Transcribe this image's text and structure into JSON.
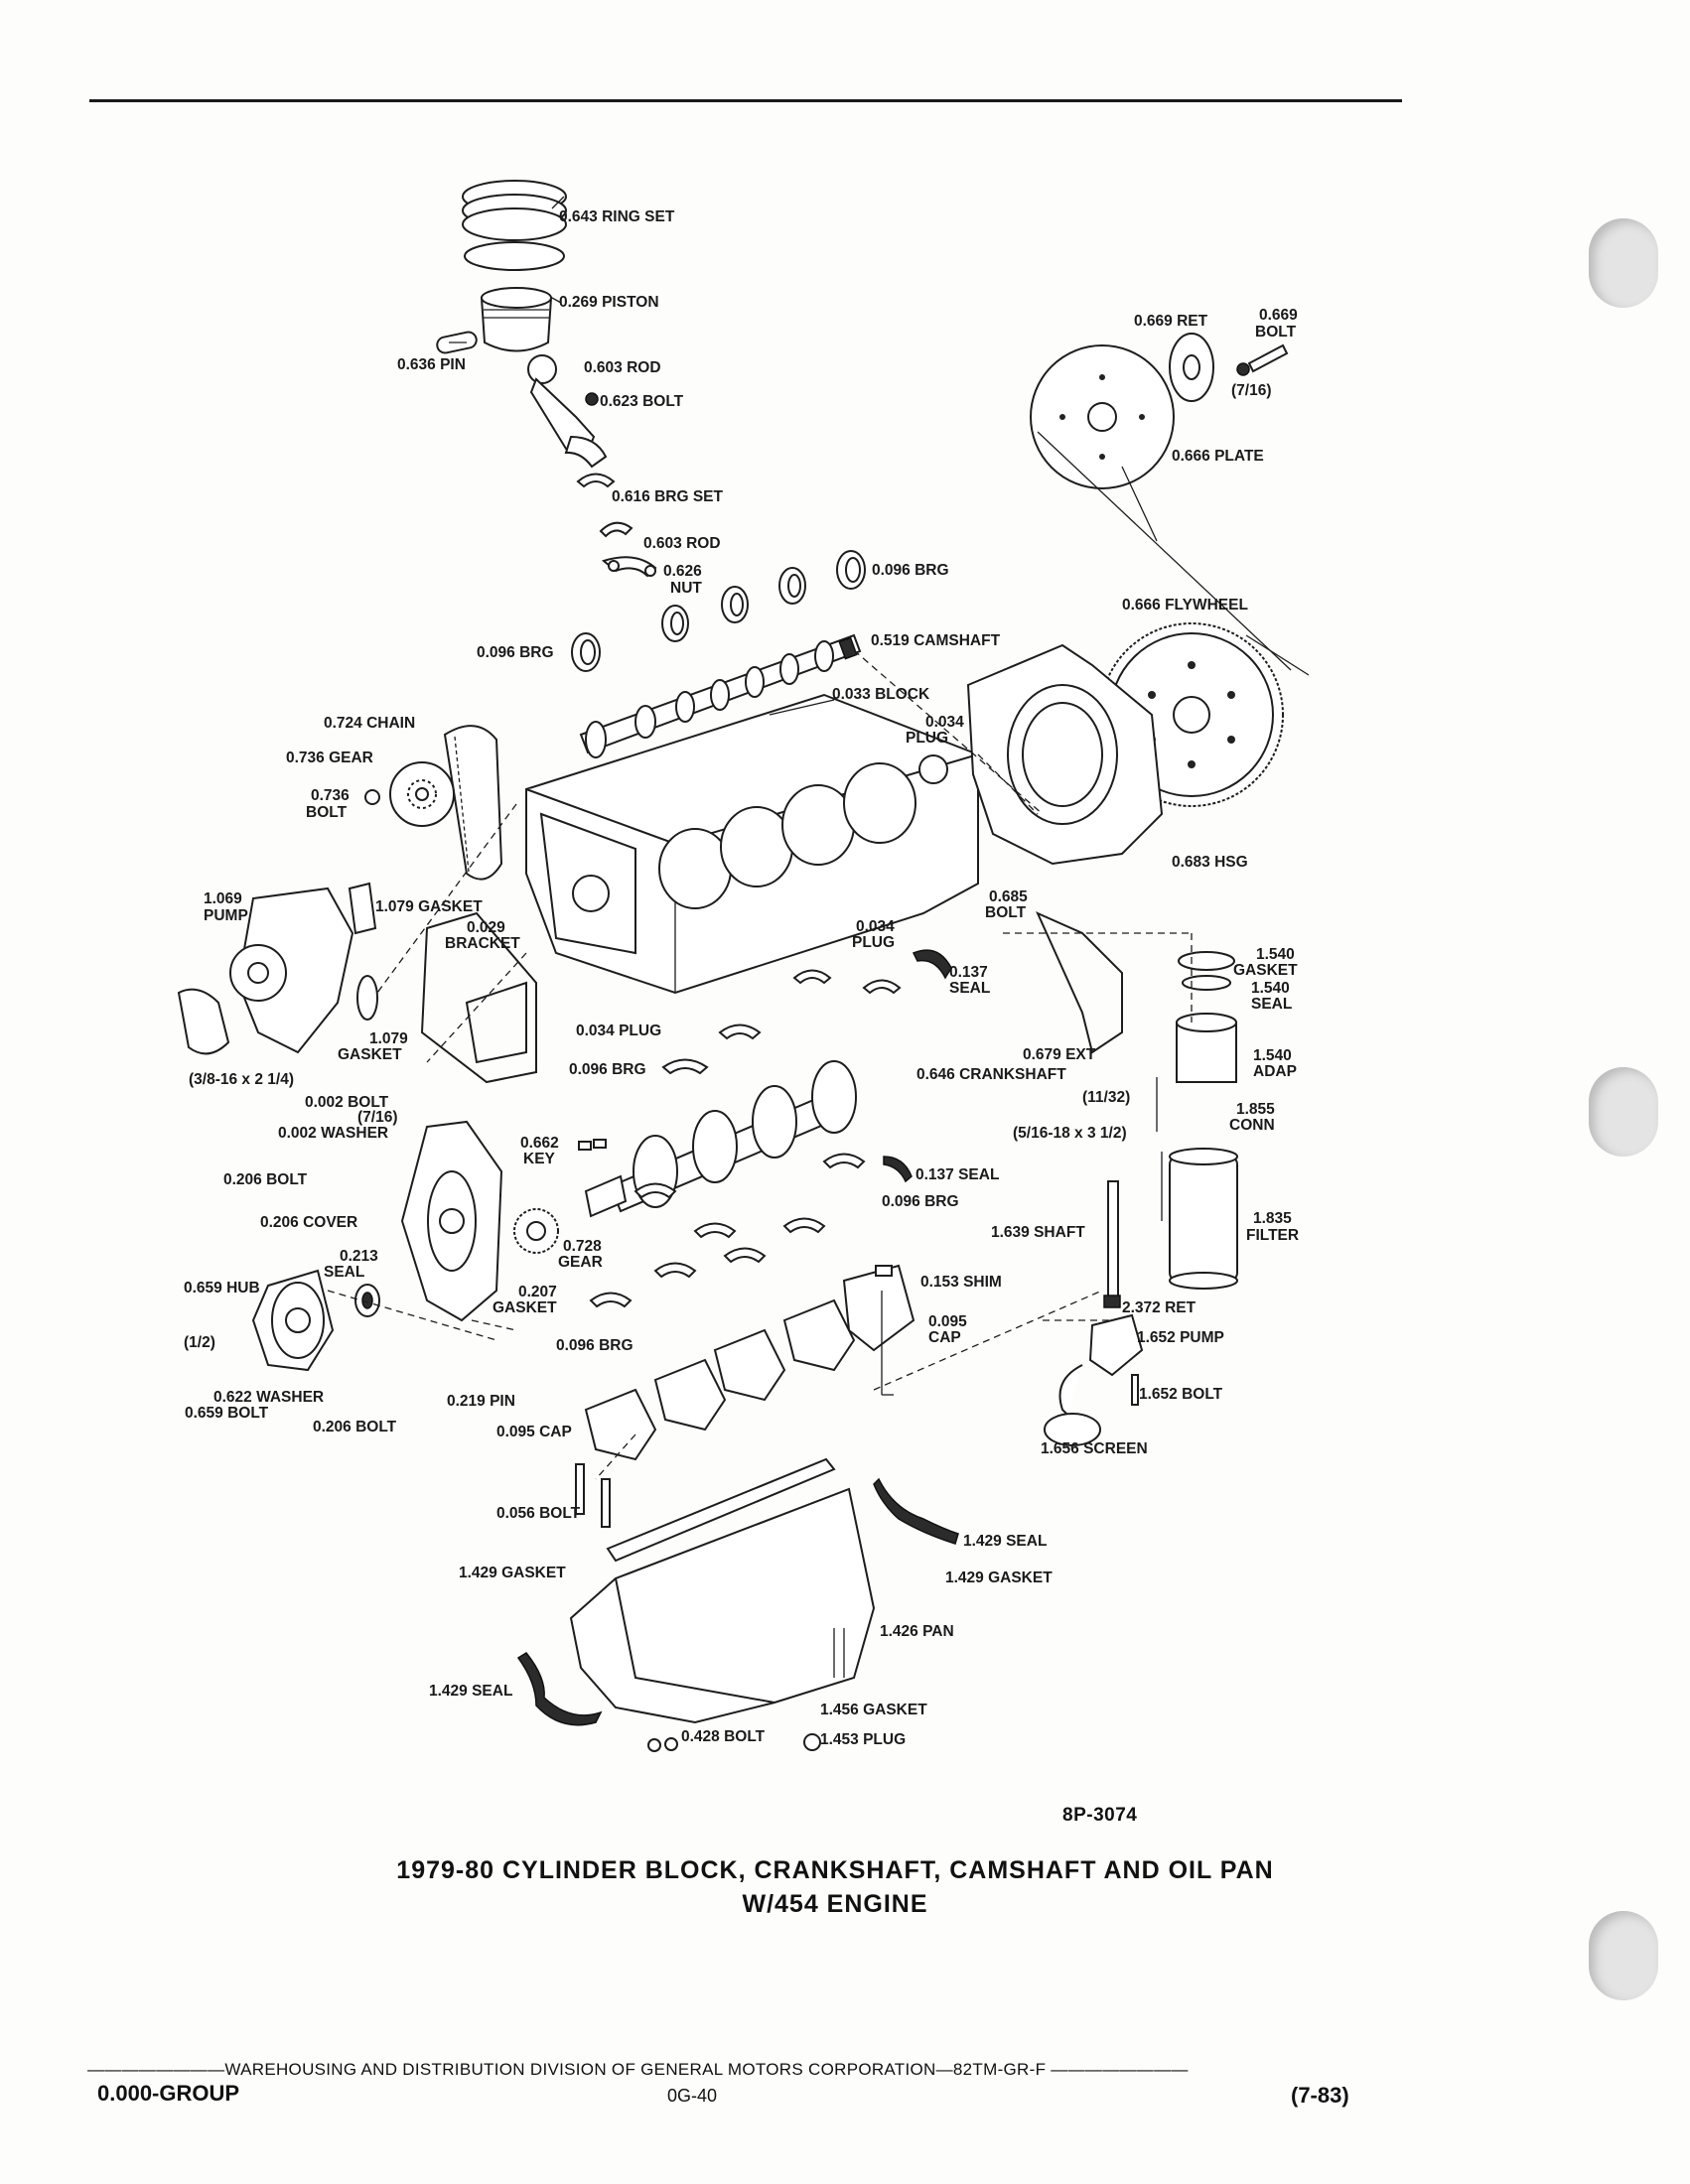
{
  "figure": {
    "code": "8P-3074",
    "title_line1": "1979-80 CYLINDER BLOCK, CRANKSHAFT, CAMSHAFT AND OIL PAN",
    "title_line2": "W/454 ENGINE"
  },
  "labels": {
    "ring_set": "0.643 RING SET",
    "piston": "0.269 PISTON",
    "pin_636": "0.636 PIN",
    "rod_603": "0.603 ROD",
    "bolt_623": "0.623 BOLT",
    "brg_set": "0.616 BRG SET",
    "rod_603b": "0.603 ROD",
    "nut_626": "0.626",
    "nut_626b": "NUT",
    "brg_096_top": "0.096 BRG",
    "brg_096_left": "0.096 BRG",
    "camshaft": "0.519 CAMSHAFT",
    "block": "0.033 BLOCK",
    "plug_034_a": "0.034",
    "plug_034_b": "PLUG",
    "chain": "0.724 CHAIN",
    "gear_736": "0.736 GEAR",
    "bolt_736a": "0.736",
    "bolt_736b": "BOLT",
    "ret_669": "0.669 RET",
    "bolt_669a": "0.669",
    "bolt_669b": "BOLT",
    "size_7_16": "(7/16)",
    "plate": "0.666 PLATE",
    "flywheel": "0.666 FLYWHEEL",
    "hsg": "0.683 HSG",
    "pump_1069a": "1.069",
    "pump_1069b": "PUMP",
    "gasket_1079": "1.079 GASKET",
    "bracket_a": "0.029",
    "bracket_b": "BRACKET",
    "bolt_685a": "0.685",
    "bolt_685b": "BOLT",
    "plug_034c": "0.034",
    "plug_034d": "PLUG",
    "seal_137a": "0.137",
    "seal_137b": "SEAL",
    "gasket_1540a": "1.540",
    "gasket_1540b": "GASKET",
    "seal_1540a": "1.540",
    "seal_1540b": "SEAL",
    "gasket_1079b_a": "1.079",
    "gasket_1079b_b": "GASKET",
    "size_3_8": "(3/8-16 x 2 1/4)",
    "plug_034_mid": "0.034 PLUG",
    "brg_096_mid": "0.096 BRG",
    "ext_679": "0.679 EXT",
    "crankshaft": "0.646 CRANKSHAFT",
    "adap_1540a": "1.540",
    "adap_1540b": "ADAP",
    "bolt_002": "0.002 BOLT",
    "size_7_16b": "(7/16)",
    "washer_002": "0.002 WASHER",
    "size_11_32": "(11/32)",
    "conn_1855a": "1.855",
    "conn_1855b": "CONN",
    "size_5_16": "(5/16-18 x 3 1/2)",
    "key_662a": "0.662",
    "key_662b": "KEY",
    "bolt_206a": "0.206 BOLT",
    "seal_137c": "0.137 SEAL",
    "brg_096_r": "0.096 BRG",
    "cover_206": "0.206 COVER",
    "gear_728a": "0.728",
    "gear_728b": "GEAR",
    "shaft_1639": "1.639 SHAFT",
    "filter_1835a": "1.835",
    "filter_1835b": "FILTER",
    "seal_213a": "0.213",
    "seal_213b": "SEAL",
    "hub_659": "0.659 HUB",
    "shim_153": "0.153 SHIM",
    "gasket_207a": "0.207",
    "gasket_207b": "GASKET",
    "ret_2372": "2.372 RET",
    "size_1_2": "(1/2)",
    "cap_095a": "0.095",
    "cap_095b": "CAP",
    "brg_096_low": "0.096 BRG",
    "pump_1652": "1.652 PUMP",
    "washer_622": "0.622 WASHER",
    "bolt_659": "0.659 BOLT",
    "pin_219": "0.219 PIN",
    "bolt_206b": "0.206 BOLT",
    "cap_095c": "0.095 CAP",
    "bolt_1652": "1.652 BOLT",
    "screen_1656": "1.656 SCREEN",
    "bolt_056": "0.056 BOLT",
    "seal_1429a": "1.429 SEAL",
    "gasket_1429a": "1.429 GASKET",
    "gasket_1429b": "1.429 GASKET",
    "pan_1426": "1.426 PAN",
    "seal_1429b": "1.429 SEAL",
    "gasket_1456": "1.456 GASKET",
    "bolt_428": "0.428 BOLT",
    "plug_1453": "1.453 PLUG"
  },
  "footer": {
    "division": "————————WAREHOUSING AND DISTRIBUTION DIVISION OF GENERAL MOTORS CORPORATION—82TM-GR-F ————————",
    "group": "0.000-GROUP",
    "page": "0G-40",
    "date": "(7-83)"
  }
}
